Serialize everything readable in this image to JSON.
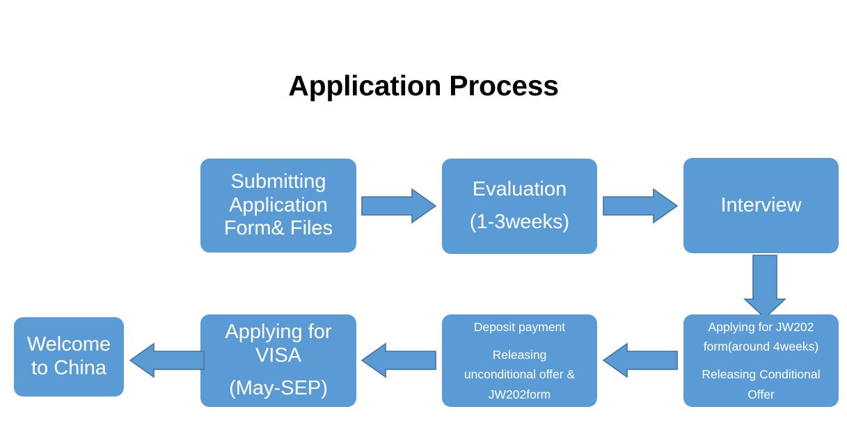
{
  "diagram": {
    "title": "Application Process",
    "colors": {
      "node_fill": "#5B9BD5",
      "node_text": "#FFFFFF",
      "arrow_fill": "#5B9BD5",
      "arrow_stroke": "#41719C",
      "title_text": "#000000",
      "background": "#FFFFFF"
    },
    "nodes": [
      {
        "id": "submit",
        "lines": [
          "Submitting",
          "Application",
          "Form& Files"
        ]
      },
      {
        "id": "evaluation",
        "lines": [
          "Evaluation",
          "(1-3weeks)"
        ]
      },
      {
        "id": "interview",
        "lines": [
          "Interview"
        ]
      },
      {
        "id": "jw202",
        "para1": [
          "Applying for JW202",
          "form(around 4weeks)"
        ],
        "para2": [
          "Releasing Conditional",
          "Offer"
        ]
      },
      {
        "id": "deposit",
        "para1": [
          "Deposit payment"
        ],
        "para2": [
          "Releasing",
          "unconditional offer &",
          "JW202form"
        ]
      },
      {
        "id": "visa",
        "lines": [
          "Applying for",
          "VISA",
          "(May-SEP)"
        ]
      },
      {
        "id": "welcome",
        "lines": [
          "Welcome",
          "to China"
        ]
      }
    ],
    "arrows": [
      {
        "id": "submit-evaluation",
        "direction": "right"
      },
      {
        "id": "evaluation-interview",
        "direction": "right"
      },
      {
        "id": "interview-jw202",
        "direction": "down"
      },
      {
        "id": "jw202-deposit",
        "direction": "left"
      },
      {
        "id": "deposit-visa",
        "direction": "left"
      },
      {
        "id": "visa-welcome",
        "direction": "left"
      }
    ]
  }
}
